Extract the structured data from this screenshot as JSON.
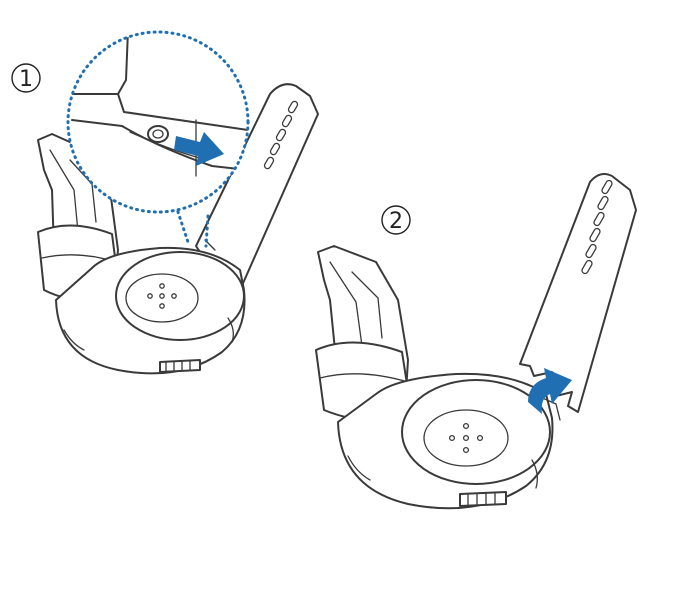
{
  "steps": [
    {
      "number": "1",
      "action": "slide-pin"
    },
    {
      "number": "2",
      "action": "lift-strap"
    }
  ],
  "colors": {
    "arrow": "#1f6fb2",
    "magnifier": "#1f6fb2",
    "line": "#3a3a3a",
    "rubber-fill": "#ffffff"
  },
  "icons": {
    "step1-arrow": "right-arrow-icon",
    "step2-arrow": "up-arrow-icon"
  }
}
